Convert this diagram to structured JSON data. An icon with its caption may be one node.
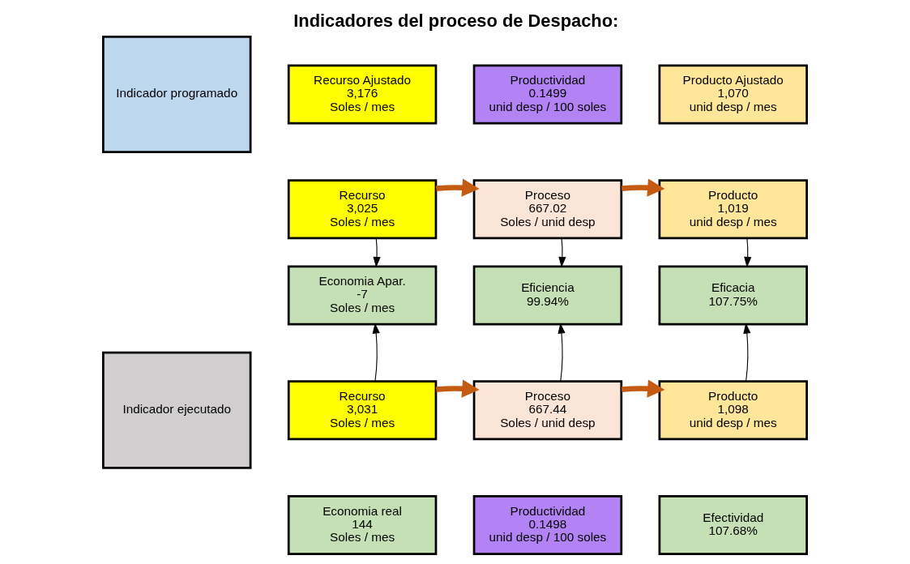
{
  "diagram": {
    "title": "Indicadores del proceso de Despacho:",
    "nodes": [
      {
        "text": [
          "Indicador programado"
        ]
      },
      {
        "text": [
          "Recurso Ajustado",
          "3,176",
          "Soles / mes"
        ]
      },
      {
        "text": [
          "Productividad",
          "0.1499",
          "unid desp / 100 soles"
        ]
      },
      {
        "text": [
          "Producto Ajustado",
          "1,070",
          "unid desp / mes"
        ]
      },
      {
        "text": [
          "Recurso",
          "3,025",
          "Soles / mes"
        ]
      },
      {
        "text": [
          "Proceso",
          "667.02",
          "Soles / unid desp"
        ]
      },
      {
        "text": [
          "Producto",
          "1,019",
          "unid desp / mes"
        ]
      },
      {
        "text": [
          "Economia Apar.",
          "-7",
          "Soles / mes"
        ]
      },
      {
        "text": [
          "Eficiencia",
          "99.94%"
        ]
      },
      {
        "text": [
          "Eficacia",
          "107.75%"
        ]
      },
      {
        "text": [
          "Indicador ejecutado"
        ]
      },
      {
        "text": [
          "Recurso",
          "3,031",
          "Soles / mes"
        ]
      },
      {
        "text": [
          "Proceso",
          "667.44",
          "Soles / unid desp"
        ]
      },
      {
        "text": [
          "Producto",
          "1,098",
          "unid desp / mes"
        ]
      },
      {
        "text": [
          "Economia real",
          "144",
          "Soles / mes"
        ]
      },
      {
        "text": [
          "Productividad",
          "0.1498",
          "unid desp / 100 soles"
        ]
      },
      {
        "text": [
          "Efectividad",
          "107.68%"
        ]
      }
    ],
    "edges": [
      {
        "from": 4,
        "to": 5,
        "arrow": "to",
        "style": "thick",
        "color": "#c55a11"
      },
      {
        "from": 5,
        "to": 6,
        "arrow": "to",
        "style": "thick",
        "color": "#c55a11"
      },
      {
        "from": 4,
        "to": 7,
        "arrow": "to"
      },
      {
        "from": 5,
        "to": 8,
        "arrow": "to"
      },
      {
        "from": 6,
        "to": 9,
        "arrow": "to"
      },
      {
        "from": 11,
        "to": 7,
        "arrow": "to"
      },
      {
        "from": 12,
        "to": 8,
        "arrow": "to"
      },
      {
        "from": 13,
        "to": 9,
        "arrow": "to"
      },
      {
        "from": 11,
        "to": 12,
        "arrow": "to",
        "style": "thick",
        "color": "#c55a11"
      },
      {
        "from": 12,
        "to": 13,
        "arrow": "to",
        "style": "thick",
        "color": "#c55a11"
      }
    ]
  }
}
